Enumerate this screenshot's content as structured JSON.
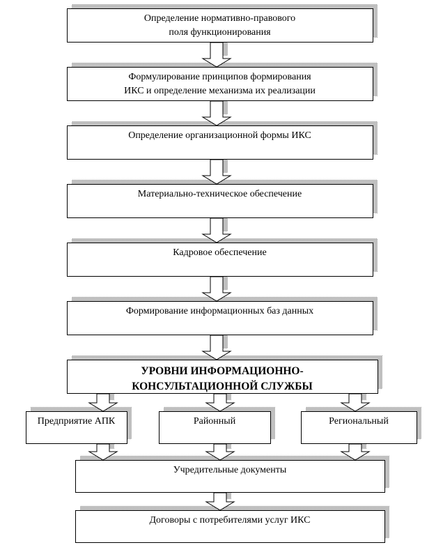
{
  "flow": [
    {
      "id": "legal-field",
      "lines": [
        "Определение нормативно-правового",
        "поля функционирования"
      ]
    },
    {
      "id": "principles",
      "lines": [
        "Формулирование принципов формирования",
        "ИКС и определение механизма их реализации"
      ]
    },
    {
      "id": "org-form",
      "lines": [
        "Определение организационной формы ИКС"
      ]
    },
    {
      "id": "material",
      "lines": [
        "Материально-техническое обеспечение"
      ]
    },
    {
      "id": "staff",
      "lines": [
        "Кадровое обеспечение"
      ]
    },
    {
      "id": "databases",
      "lines": [
        "Формирование информационных баз данных"
      ]
    },
    {
      "id": "levels",
      "lines": [
        "УРОВНИ ИНФОРМАЦИОННО-",
        "КОНСУЛЬТАЦИОННОЙ СЛУЖБЫ"
      ]
    }
  ],
  "levels": [
    {
      "id": "enterprise",
      "lines": [
        "Предприятие АПК"
      ]
    },
    {
      "id": "district",
      "lines": [
        "Районный"
      ]
    },
    {
      "id": "regional",
      "lines": [
        "Региональный"
      ]
    }
  ],
  "bottom": [
    {
      "id": "founding-docs",
      "lines": [
        "Учредительные документы"
      ]
    },
    {
      "id": "contracts",
      "lines": [
        "Договоры с потребителями услуг ИКС"
      ]
    }
  ]
}
